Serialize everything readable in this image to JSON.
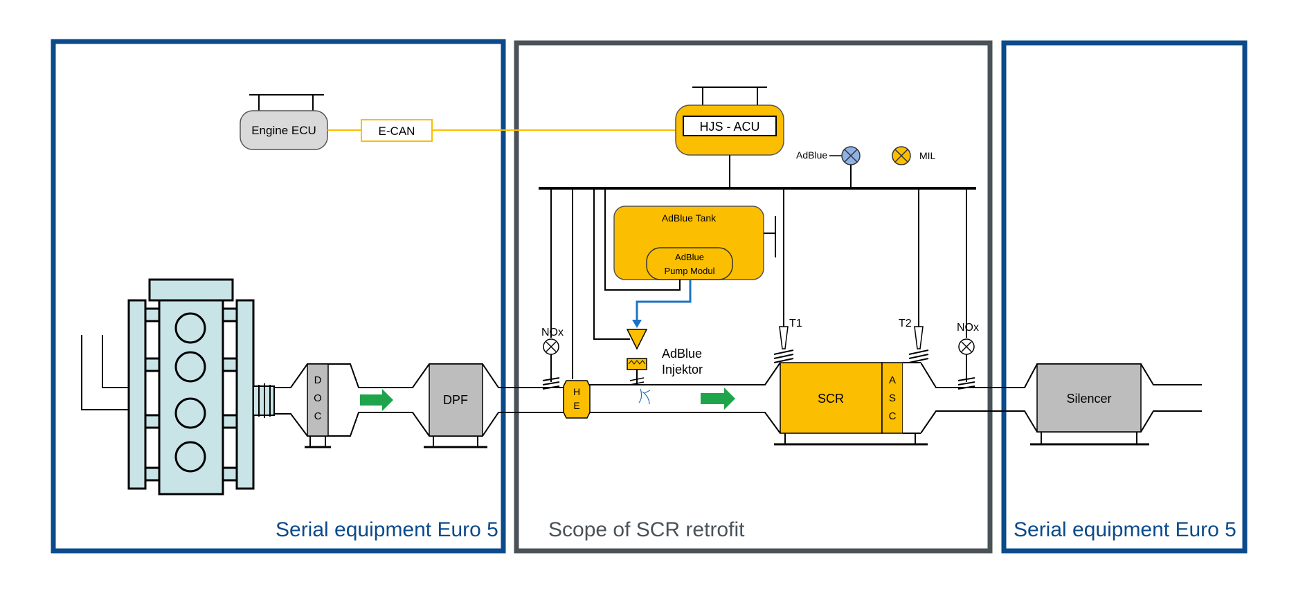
{
  "colors": {
    "serial_frame": "#0b4a8b",
    "scope_frame": "#4a5258",
    "scr_orange": "#fbbe00",
    "ecu_grey": "#d9d9d9",
    "engine_blue": "#c8e4e7",
    "flow_green": "#1ea54c",
    "adblue_line": "#1b73c4",
    "lamp_blue": "#8fb2e5",
    "canline": "#fbbe00"
  },
  "regions": {
    "left_label": "Serial equipment Euro 5",
    "middle_label": "Scope of SCR retrofit",
    "right_label": "Serial equipment Euro 5"
  },
  "components": {
    "engine_ecu": "Engine ECU",
    "ecan": "E-CAN",
    "acu": "HJS - ACU",
    "adblue_lamp": "AdBlue",
    "mil_lamp": "MIL",
    "tank": "AdBlue Tank",
    "pump_line1": "AdBlue",
    "pump_line2": "Pump Modul",
    "nox_left": "NOx",
    "nox_right": "NOx",
    "t1": "T1",
    "t2": "T2",
    "injektor_line1": "AdBlue",
    "injektor_line2": "Injektor",
    "doc": [
      "D",
      "O",
      "C"
    ],
    "dpf": "DPF",
    "he": [
      "H",
      "E"
    ],
    "scr": "SCR",
    "asc": [
      "A",
      "S",
      "C"
    ],
    "silencer": "Silencer"
  }
}
